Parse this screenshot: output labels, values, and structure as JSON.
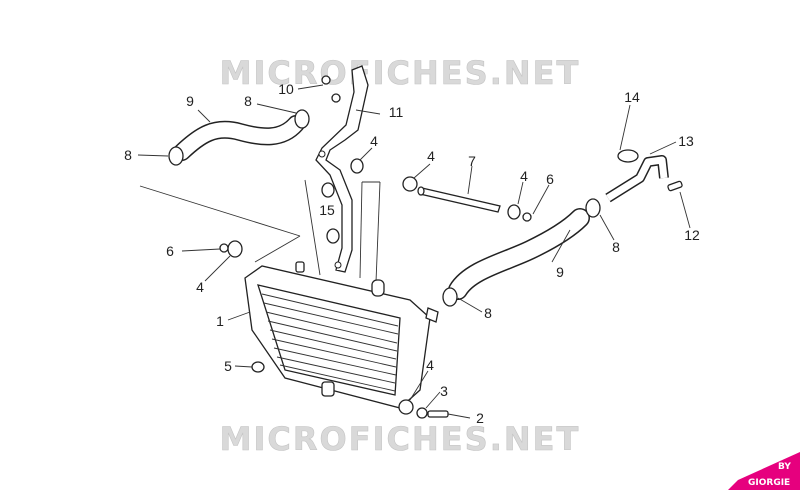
{
  "watermark": "MICROFICHES.NET",
  "badge": {
    "line1": "BY",
    "line2": "GIORGIE",
    "color": "#e6007e"
  },
  "callouts": [
    "10",
    "9",
    "8",
    "11",
    "4",
    "8",
    "15",
    "4",
    "7",
    "4",
    "6",
    "14",
    "13",
    "6",
    "4",
    "12",
    "1",
    "8",
    "9",
    "8",
    "5",
    "4",
    "3",
    "2"
  ],
  "colors": {
    "ink": "#222222",
    "watermark": "#d9d9d9"
  }
}
